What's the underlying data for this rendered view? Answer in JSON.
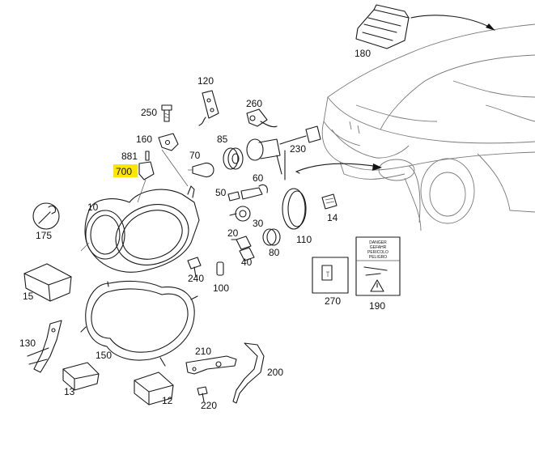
{
  "diagram": {
    "highlight_color": "#ffe600",
    "highlighted_part": "700",
    "parts": [
      {
        "key": "p120",
        "number": "120"
      },
      {
        "key": "p180",
        "number": "180"
      },
      {
        "key": "p250",
        "number": "250"
      },
      {
        "key": "p260",
        "number": "260"
      },
      {
        "key": "p160",
        "number": "160"
      },
      {
        "key": "p85",
        "number": "85"
      },
      {
        "key": "p881",
        "number": "881"
      },
      {
        "key": "p70",
        "number": "70"
      },
      {
        "key": "p230",
        "number": "230"
      },
      {
        "key": "p700",
        "number": "700"
      },
      {
        "key": "p60",
        "number": "60"
      },
      {
        "key": "p50",
        "number": "50"
      },
      {
        "key": "p10",
        "number": "10"
      },
      {
        "key": "p30",
        "number": "30"
      },
      {
        "key": "p14",
        "number": "14"
      },
      {
        "key": "p175",
        "number": "175"
      },
      {
        "key": "p20",
        "number": "20"
      },
      {
        "key": "p110",
        "number": "110"
      },
      {
        "key": "p80",
        "number": "80"
      },
      {
        "key": "p40",
        "number": "40"
      },
      {
        "key": "p240",
        "number": "240"
      },
      {
        "key": "p100",
        "number": "100"
      },
      {
        "key": "p15",
        "number": "15"
      },
      {
        "key": "p270",
        "number": "270"
      },
      {
        "key": "p190",
        "number": "190"
      },
      {
        "key": "p130",
        "number": "130"
      },
      {
        "key": "p150",
        "number": "150"
      },
      {
        "key": "p210",
        "number": "210"
      },
      {
        "key": "p200",
        "number": "200"
      },
      {
        "key": "p13",
        "number": "13"
      },
      {
        "key": "p12",
        "number": "12"
      },
      {
        "key": "p220",
        "number": "220"
      }
    ],
    "warning_label": {
      "line1": "DANGER",
      "line2": "GEFAHR",
      "line3": "PERICOLO",
      "line4": "PELIGRO"
    }
  }
}
